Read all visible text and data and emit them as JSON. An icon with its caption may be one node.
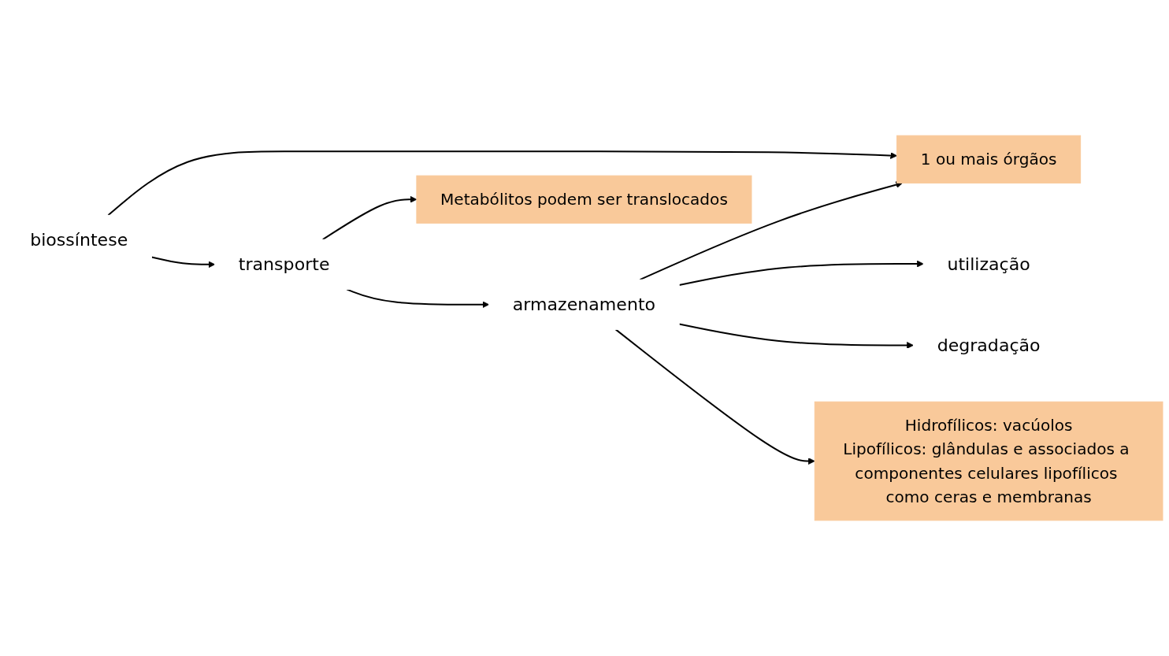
{
  "diagram": {
    "nodes": [
      {
        "text": [
          "biossíntese"
        ]
      },
      {
        "text": [
          "transporte"
        ]
      },
      {
        "text": [
          "armazenamento"
        ]
      },
      {
        "text": [
          "utilização"
        ]
      },
      {
        "text": [
          "degradação"
        ]
      },
      {
        "text": [
          "1 ou mais órgãos"
        ]
      },
      {
        "text": [
          "Metabólitos podem ser translocados"
        ]
      },
      {
        "text": [
          "Hidrofílicos: vacúolos",
          "Lipofílicos: glândulas e associados a componentes celulares lipofílicos como ceras e membranas"
        ]
      }
    ],
    "edges": [
      {
        "from": 0,
        "to": 5,
        "arrow": "to"
      },
      {
        "from": 0,
        "to": 1,
        "arrow": "to"
      },
      {
        "from": 1,
        "to": 6,
        "arrow": "to"
      },
      {
        "from": 1,
        "to": 2,
        "arrow": "to"
      },
      {
        "from": 2,
        "to": 5,
        "arrow": "to"
      },
      {
        "from": 2,
        "to": 3,
        "arrow": "to"
      },
      {
        "from": 2,
        "to": 4,
        "arrow": "to"
      },
      {
        "from": 2,
        "to": 7,
        "arrow": "to"
      }
    ]
  }
}
